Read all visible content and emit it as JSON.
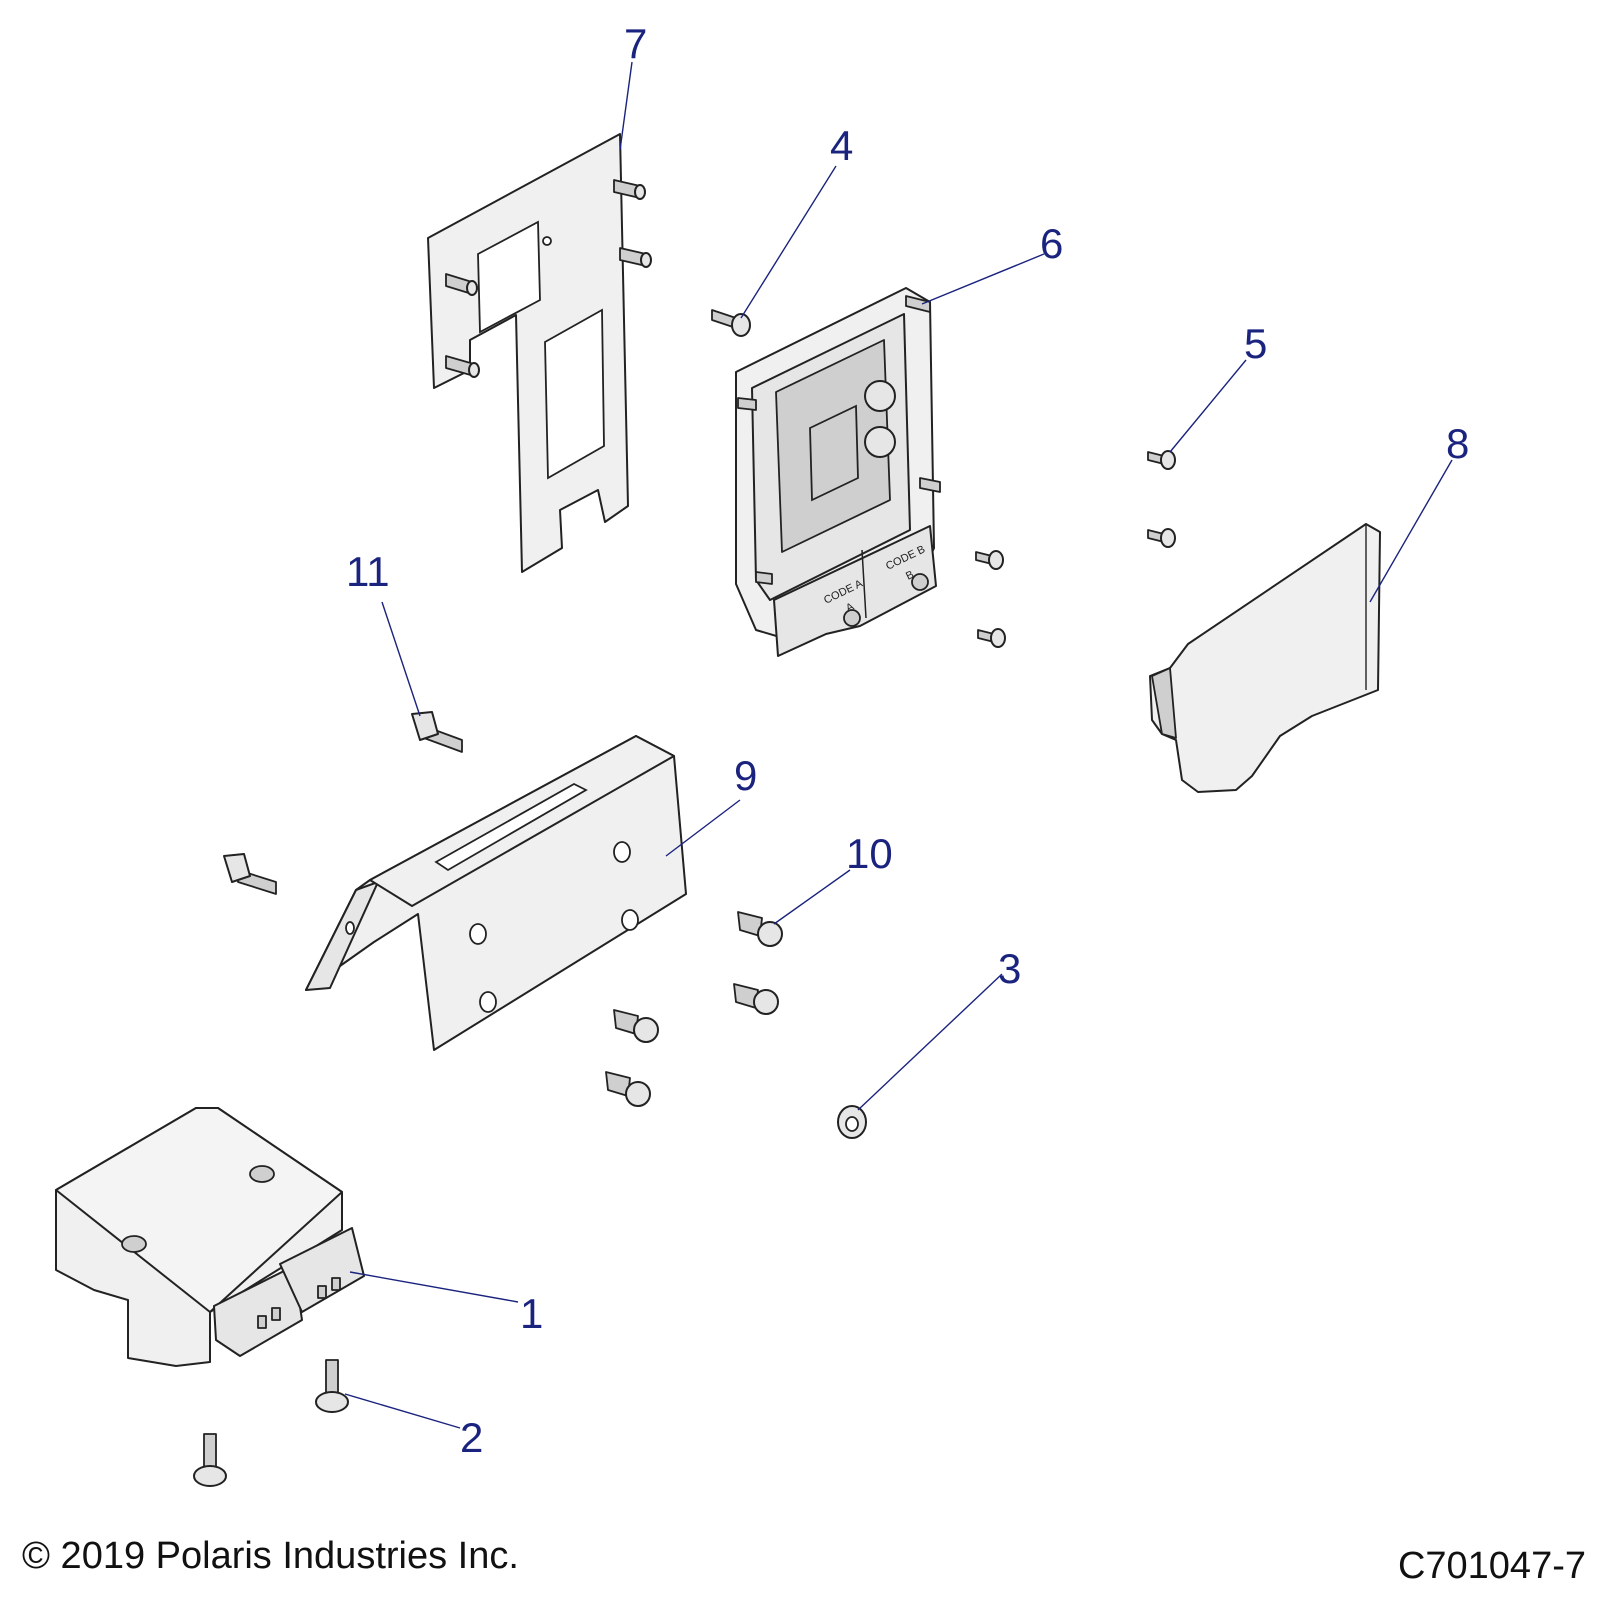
{
  "callouts": [
    "1",
    "2",
    "3",
    "4",
    "5",
    "6",
    "7",
    "8",
    "9",
    "10",
    "11"
  ],
  "module_labels": [
    "CODE A",
    "A",
    "CODE B",
    "B"
  ],
  "footer": {
    "copyright": "© 2019 Polaris Industries Inc.",
    "drawing_id": "C701047-7"
  }
}
